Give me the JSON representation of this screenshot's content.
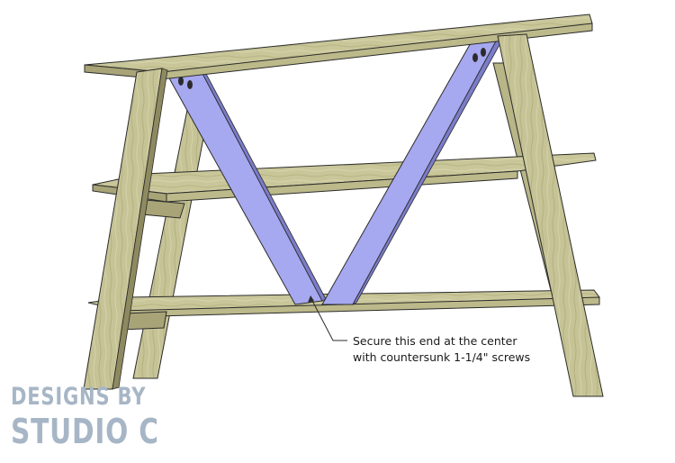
{
  "annotation": {
    "line1": "Secure this end at the center",
    "line2": "with countersunk 1-1/4\" screws"
  },
  "logo": {
    "line1": "DESIGNS BY",
    "line2": "STUDIO C"
  },
  "colors": {
    "wood": "#c9c79a",
    "wood_dark": "#a8a477",
    "wood_edge": "#8e8a60",
    "brace": "#a6a8f0",
    "brace_edge": "#7b7dc9",
    "outline": "#2b2b2b",
    "logo": "#a7b6c6"
  }
}
